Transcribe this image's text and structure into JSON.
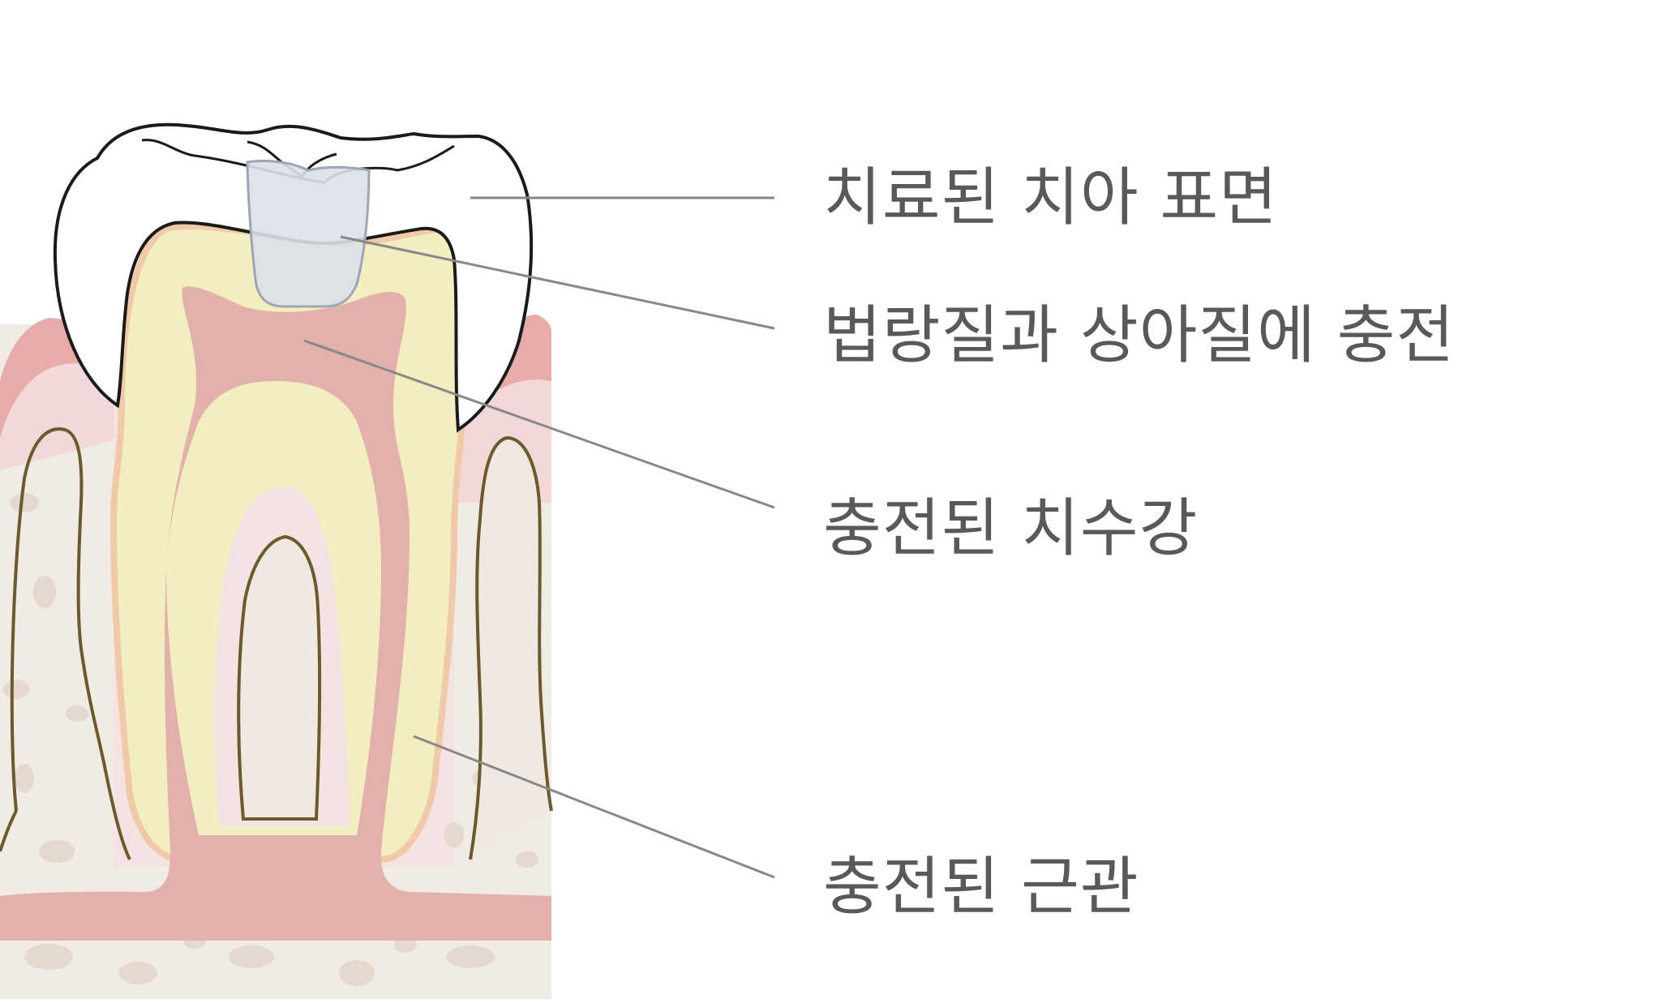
{
  "diagram": {
    "labels": {
      "treated_surface": "치료된 치아 표면",
      "enamel_dentin_filling": "법랑질과 상아질에 충전",
      "filled_pulp_chamber": "충전된 치수강",
      "filled_root_canal": "충전된 근관"
    },
    "colors": {
      "label_text": "#58595b",
      "leader_line": "#888888",
      "enamel": "#ffffff",
      "dentin": "#f3eec0",
      "dentin_border": "#efc9a8",
      "pulp": "#e3b1ab",
      "gum_outer": "#e6acaa",
      "gum_inner": "#f2d8d8",
      "ligament": "#f4e3e3",
      "bone": "#efe9e2",
      "bone_spots": "#e5d8ce",
      "filling": "#dbe0ea",
      "outline": "#1a1a1a",
      "bone_outline": "#6b5a2b"
    }
  }
}
